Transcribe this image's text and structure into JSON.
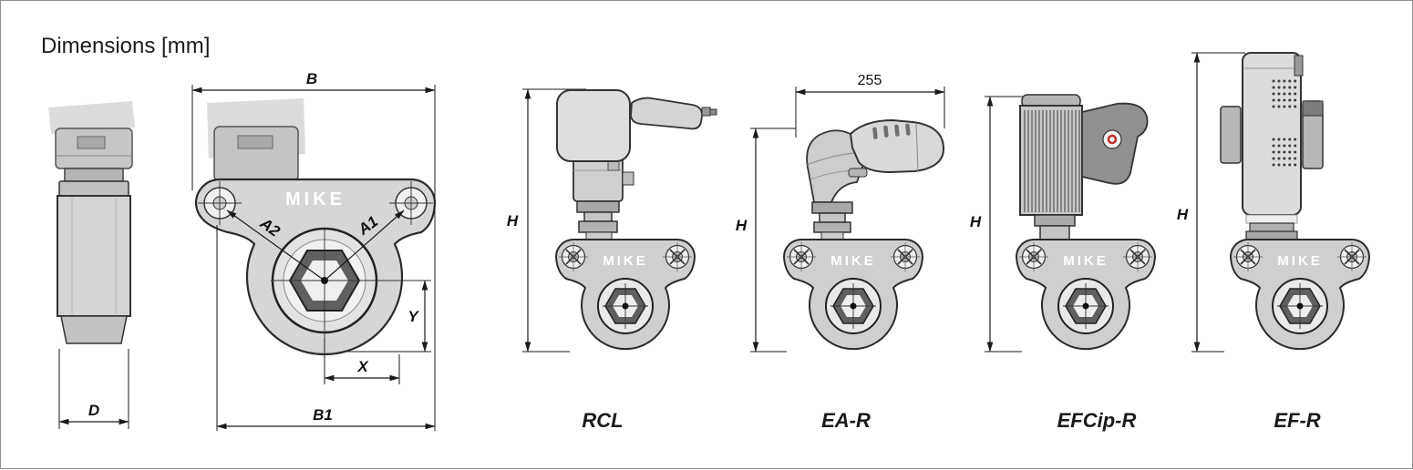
{
  "title": "Dimensions [mm]",
  "brand": "MIKE",
  "side_view": {
    "dim_d": "D"
  },
  "front_view": {
    "dim_b": "B",
    "dim_b1": "B1",
    "dim_a1": "A1",
    "dim_a2": "A2",
    "dim_x": "X",
    "dim_y": "Y"
  },
  "tools": [
    {
      "name": "RCL",
      "dim_h": "H"
    },
    {
      "name": "EA-R",
      "dim_h": "H",
      "dim_length": "255"
    },
    {
      "name": "EFCip-R",
      "dim_h": "H"
    },
    {
      "name": "EF-R",
      "dim_h": "H"
    }
  ]
}
